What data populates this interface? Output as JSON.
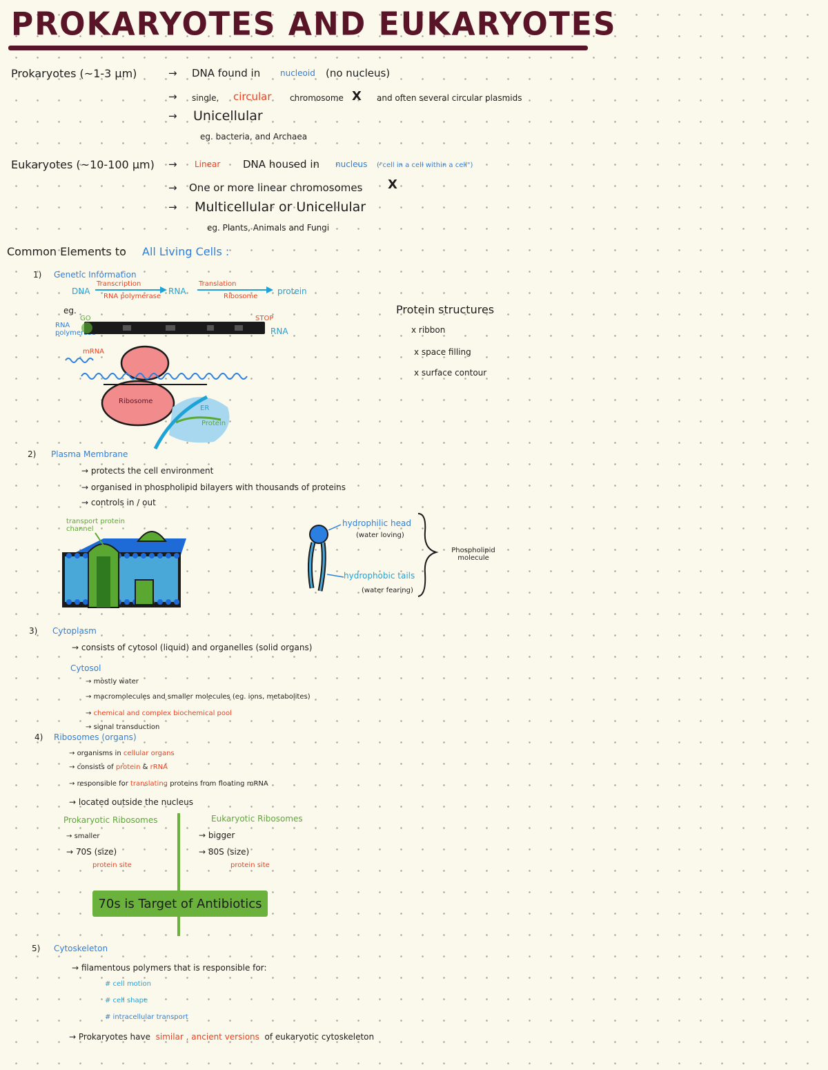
{
  "title": "PROKARYOTES AND EUKARYOTES",
  "prokaryotes": {
    "label": "Prokaryotes (~1-3 μm)",
    "points": [
      "DNA found in",
      "nucleoid",
      "(no nucleus)",
      "single,",
      "circular",
      "chromosome",
      "and often several circular plasmids",
      "Unicellular",
      "eg. bacteria, and Archaea"
    ]
  },
  "eukaryotes": {
    "label": "Eukaryotes (~10-100 μm)",
    "points": [
      "Linear",
      "DNA housed in",
      "nucleus",
      "(\"cell in a cell within a cell\")",
      "One or more linear chromosomes",
      "Multicellular or Unicellular",
      "eg. Plants, Animals and Fungi"
    ]
  },
  "common": {
    "label": "Common Elements to",
    "highlight": "All Living Cells :"
  },
  "section1": {
    "num": "1)",
    "heading": "Genetic Information",
    "dna": "DNA",
    "transcription": "Transcription",
    "rna_polymerase": "RNA polymerase",
    "rna": "RNA",
    "translation": "Translation",
    "ribosome_lbl": "Ribosome",
    "protein": "protein",
    "eg": "eg.",
    "rna_poly_side": "RNA polymerase",
    "go": "GO",
    "stop": "STOP",
    "rna_end": "RNA",
    "mrna": "mRNA",
    "ribosome": "Ribosome",
    "er": "ER",
    "protein_small": "Protein",
    "protein_structures": "Protein structures",
    "ps_items": [
      "x ribbon",
      "x space filling",
      "x surface contour"
    ]
  },
  "section2": {
    "num": "2)",
    "heading": "Plasma Membrane",
    "points": [
      "protects the cell environment",
      "organised in phospholipid bilayers with thousands of proteins",
      "controls in / out"
    ],
    "transport": "transport protein channel",
    "head": "hydrophilic head",
    "head_sub": "(water loving)",
    "tails": "hydrophobic tails",
    "tails_sub": "(water fearing)",
    "phospholipid": "Phospholipid molecule"
  },
  "section3": {
    "num": "3)",
    "heading": "Cytoplasm",
    "desc": "consists of cytosol (liquid) and organelles (solid organs)",
    "cytosol": "Cytosol",
    "items": [
      "mostly water",
      "macromolecules and smaller molecules (eg. ions, metabolites)",
      "chemical and complex biochemical pool",
      "signal transduction"
    ]
  },
  "section4": {
    "num": "4)",
    "heading": "Ribosomes (organs)",
    "items": [
      "organisms in",
      "cellular organs",
      "consists of",
      "protein",
      "&",
      "rRNA",
      "responsible for",
      "translating",
      "proteins from floating",
      "mRNA",
      "located outside the nucleus"
    ],
    "prok": {
      "heading": "Prokaryotic Ribosomes",
      "items": [
        "smaller",
        "70S (size)"
      ],
      "note": "protein site"
    },
    "euk": {
      "heading": "Eukaryotic Ribosomes",
      "items": [
        "bigger",
        "80S (size)"
      ],
      "note": "protein site"
    },
    "box": "70s is Target of Antibiotics"
  },
  "section5": {
    "num": "5)",
    "heading": "Cytoskeleton",
    "desc": "filamentous polymers that is responsible for:",
    "items": [
      "# cell motion",
      "# cell shape",
      "# intracellular transport"
    ],
    "last_pre": "Prokaryotes have",
    "last_red": "similar , ancient versions",
    "last_post": "of eukaryotic cytoskeleton"
  },
  "colors": {
    "title": "#5a1428",
    "blue": "#2a7fe0",
    "cyan": "#1ea2d8",
    "red": "#f0401e",
    "green": "#5aa832",
    "salmon": "#f28c8c"
  }
}
